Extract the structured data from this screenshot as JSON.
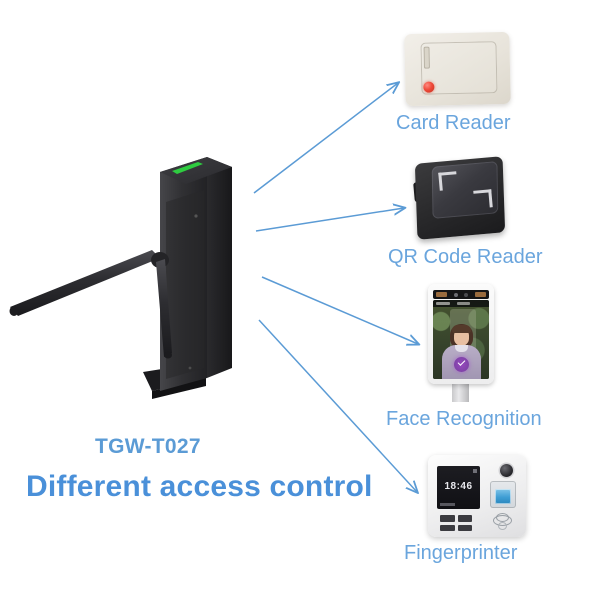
{
  "page": {
    "background_color": "#ffffff",
    "headline_color": "#4a90d9",
    "label_color": "#6aa5dd",
    "arrow_color": "#5b9bd5"
  },
  "product": {
    "model_name": "TGW-T027",
    "tagline": "Different access control",
    "type": "tripod-turnstile",
    "body_color": "#2e2e30",
    "indicator_color": "#2ecc40"
  },
  "devices": [
    {
      "id": "card-reader",
      "label": "Card Reader",
      "body_color": "#e8e4db",
      "led_color": "#ef4a3a"
    },
    {
      "id": "qr-code-reader",
      "label": "QR Code Reader",
      "body_color": "#2a2a2c",
      "marker_color": "#d8d8dc"
    },
    {
      "id": "face-recognition",
      "label": "Face Recognition",
      "body_color": "#f4f4f5",
      "accent_color": "#963cbe"
    },
    {
      "id": "fingerprinter",
      "label": "Fingerprinter",
      "body_color": "#ededee",
      "display_time": "18:46",
      "sensor_color": "#3f9ed4"
    }
  ]
}
